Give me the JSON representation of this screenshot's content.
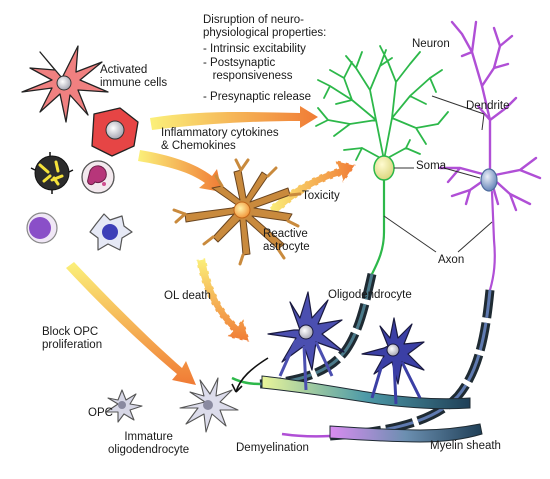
{
  "labels": {
    "activated_immune_cells": "Activated\nimmune cells",
    "disruption": {
      "title": "Disruption of neuro-\nphysiological properties:",
      "items": [
        "- Intrinsic excitability",
        "- Postsynaptic\n   responsiveness",
        "- Presynaptic release"
      ]
    },
    "neuron": "Neuron",
    "dendrite": "Dendrite",
    "soma": "Soma",
    "axon": "Axon",
    "inflammatory": "Inflammatory cytokines\n& Chemokines",
    "toxicity": "Toxicity",
    "reactive_astrocyte": "Reactive\nastrocyte",
    "ol_death": "OL death",
    "oligodendrocyte": "Oligodendrocyte",
    "block_opc": "Block OPC\nproliferation",
    "opc": "OPC",
    "immature_oligodendrocyte": "Immature\noligodendrocyte",
    "demyelination": "Demyelination",
    "myelin_sheath": "Myelin sheath"
  },
  "colors": {
    "neuron_green": "#2db84a",
    "neuron_purple": "#b04fd6",
    "astrocyte": "#c98a3d",
    "oligodendrocyte": "#4b4fb0",
    "immune_red": "#e04b4b",
    "arrow_start": "#f7e25a",
    "arrow_end": "#f0813a",
    "axon_dark": "#1f2b33",
    "myelin_teal": "#3f7a86"
  }
}
